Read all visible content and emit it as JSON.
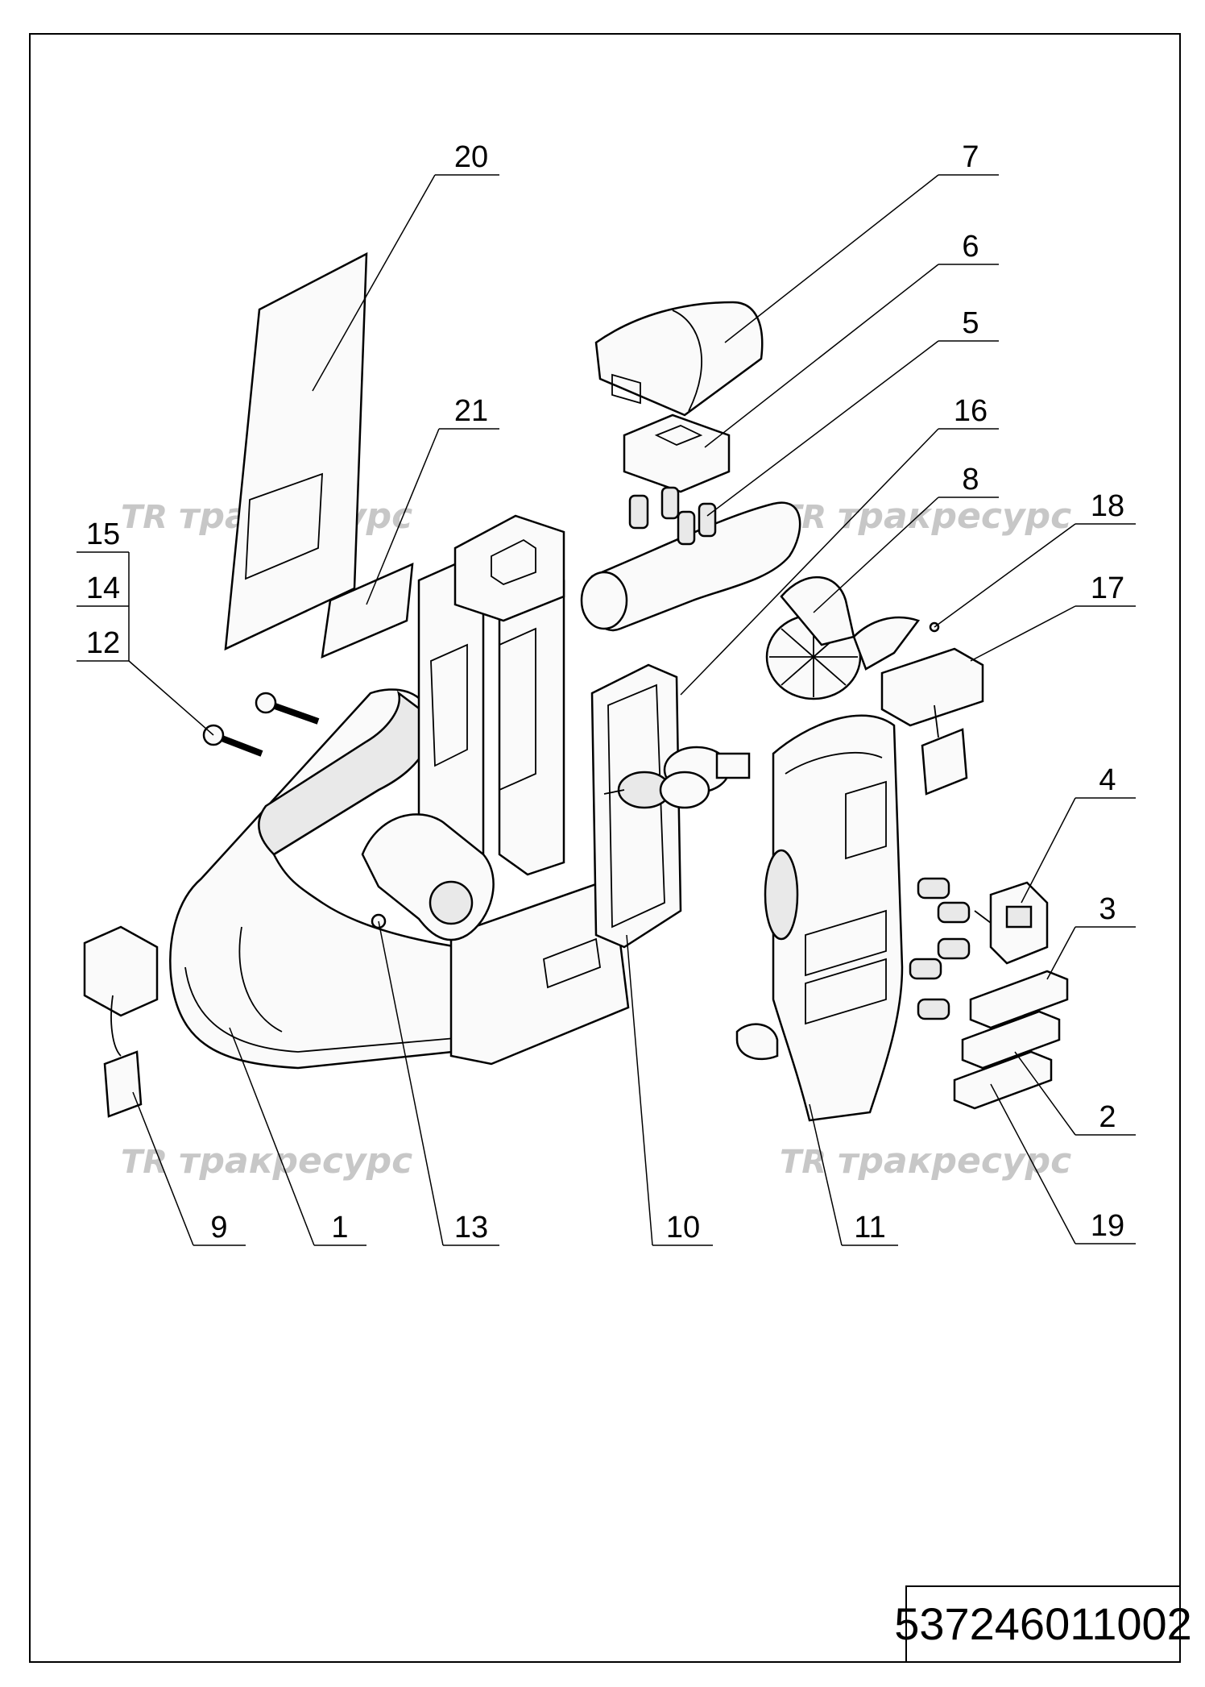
{
  "drawing_code": "537246011002",
  "watermark": {
    "logo": "TR",
    "text": "тракресурс"
  },
  "callouts": [
    "20",
    "7",
    "6",
    "5",
    "21",
    "16",
    "8",
    "18",
    "15",
    "14",
    "12",
    "17",
    "4",
    "3",
    "2",
    "19",
    "9",
    "1",
    "13",
    "10",
    "11"
  ]
}
